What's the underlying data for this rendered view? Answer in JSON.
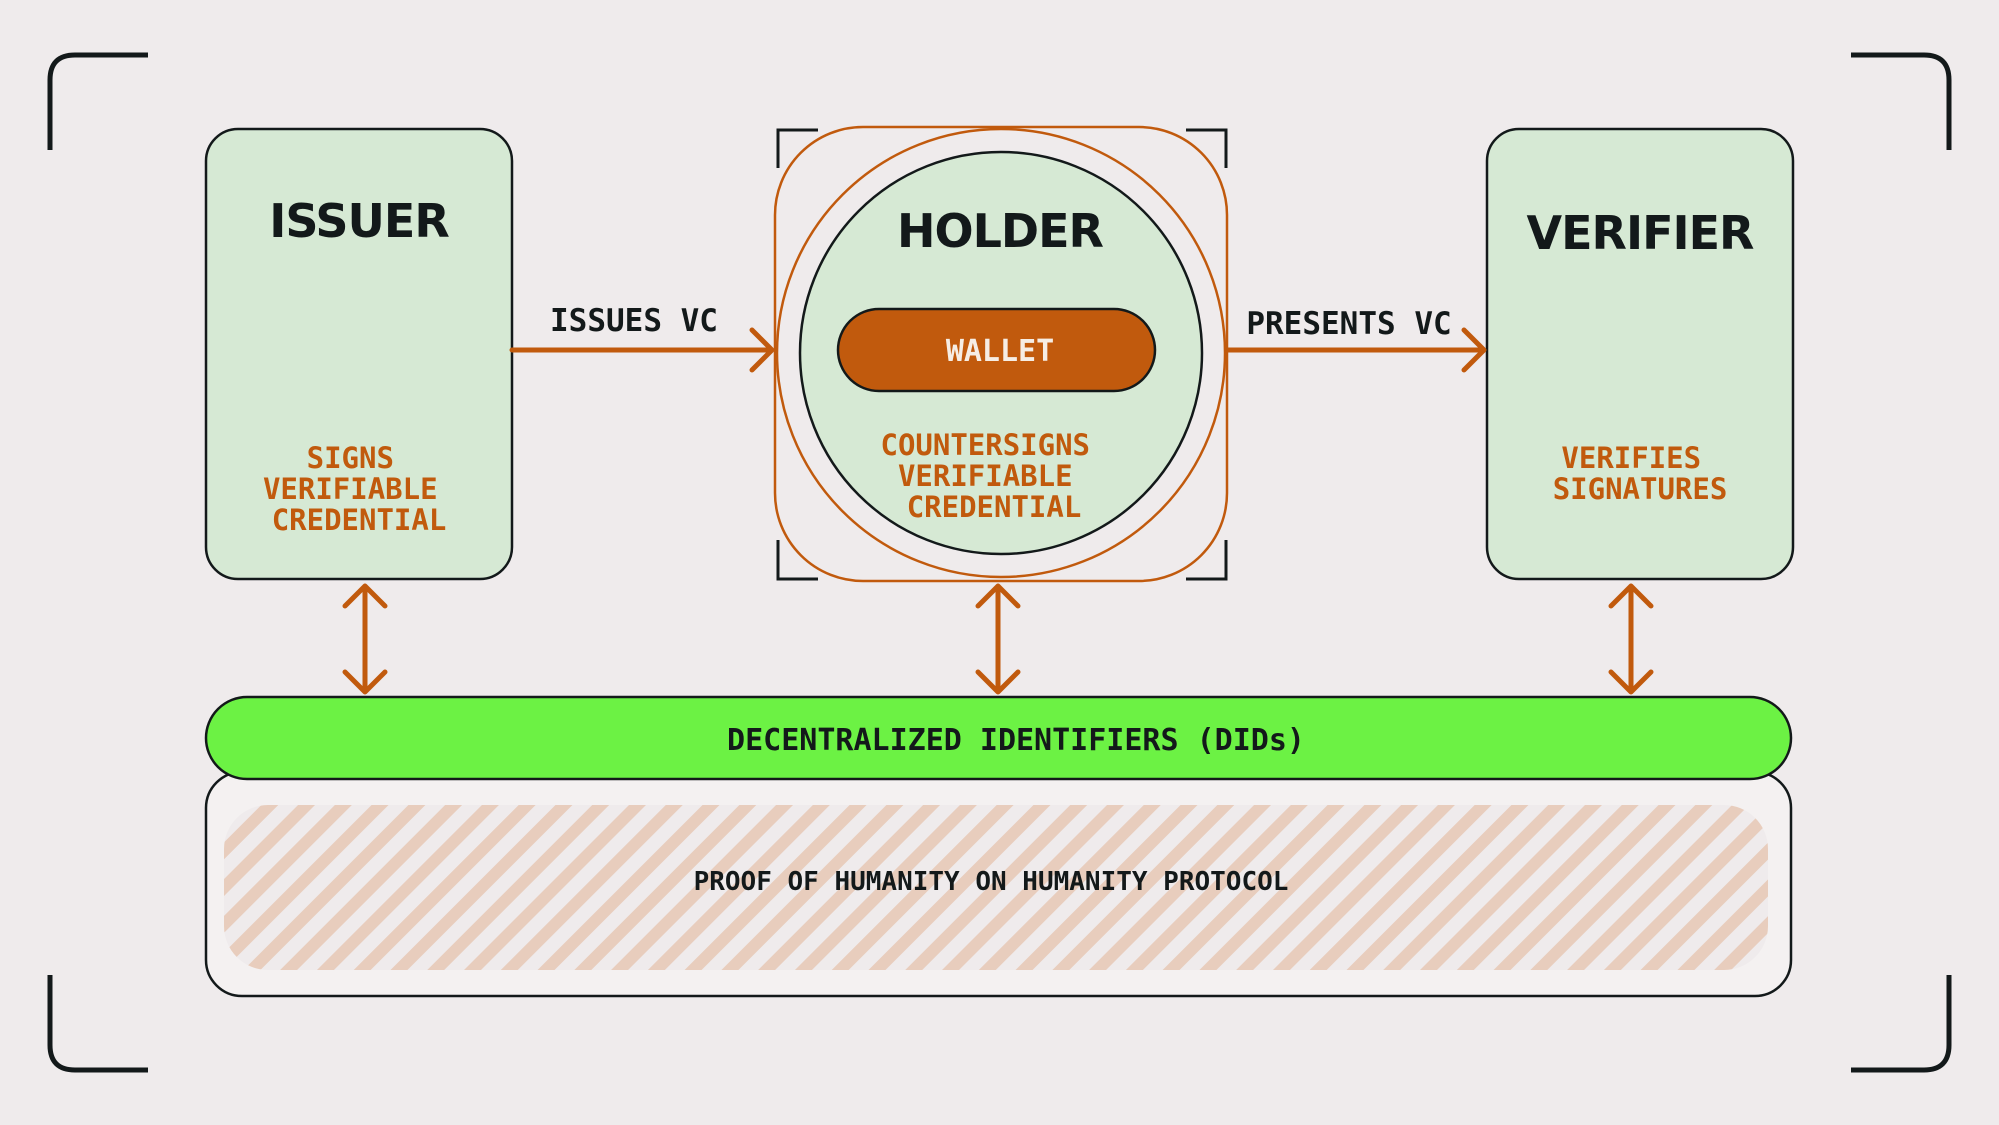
{
  "colors": {
    "background": "#efebec",
    "card_fill": "#d6e9d4",
    "accent_orange": "#c15a0d",
    "did_green": "#6cf244",
    "ink": "#13191a",
    "hatch": "#e8cdbd"
  },
  "issuer": {
    "title": "ISSUER",
    "caption": [
      "SIGNS",
      "VERIFIABLE",
      "CREDENTIAL"
    ]
  },
  "holder": {
    "title": "HOLDER",
    "wallet_label": "WALLET",
    "caption": [
      "COUNTERSIGNS",
      "VERIFIABLE",
      "CREDENTIAL"
    ]
  },
  "verifier": {
    "title": "VERIFIER",
    "caption": [
      "VERIFIES",
      "SIGNATURES"
    ]
  },
  "flows": {
    "issues": "ISSUES VC",
    "presents": "PRESENTS VC"
  },
  "did_bar": {
    "label": "DECENTRALIZED IDENTIFIERS (DIDs)"
  },
  "proof_layer": {
    "label": "PROOF OF HUMANITY ON HUMANITY PROTOCOL"
  }
}
